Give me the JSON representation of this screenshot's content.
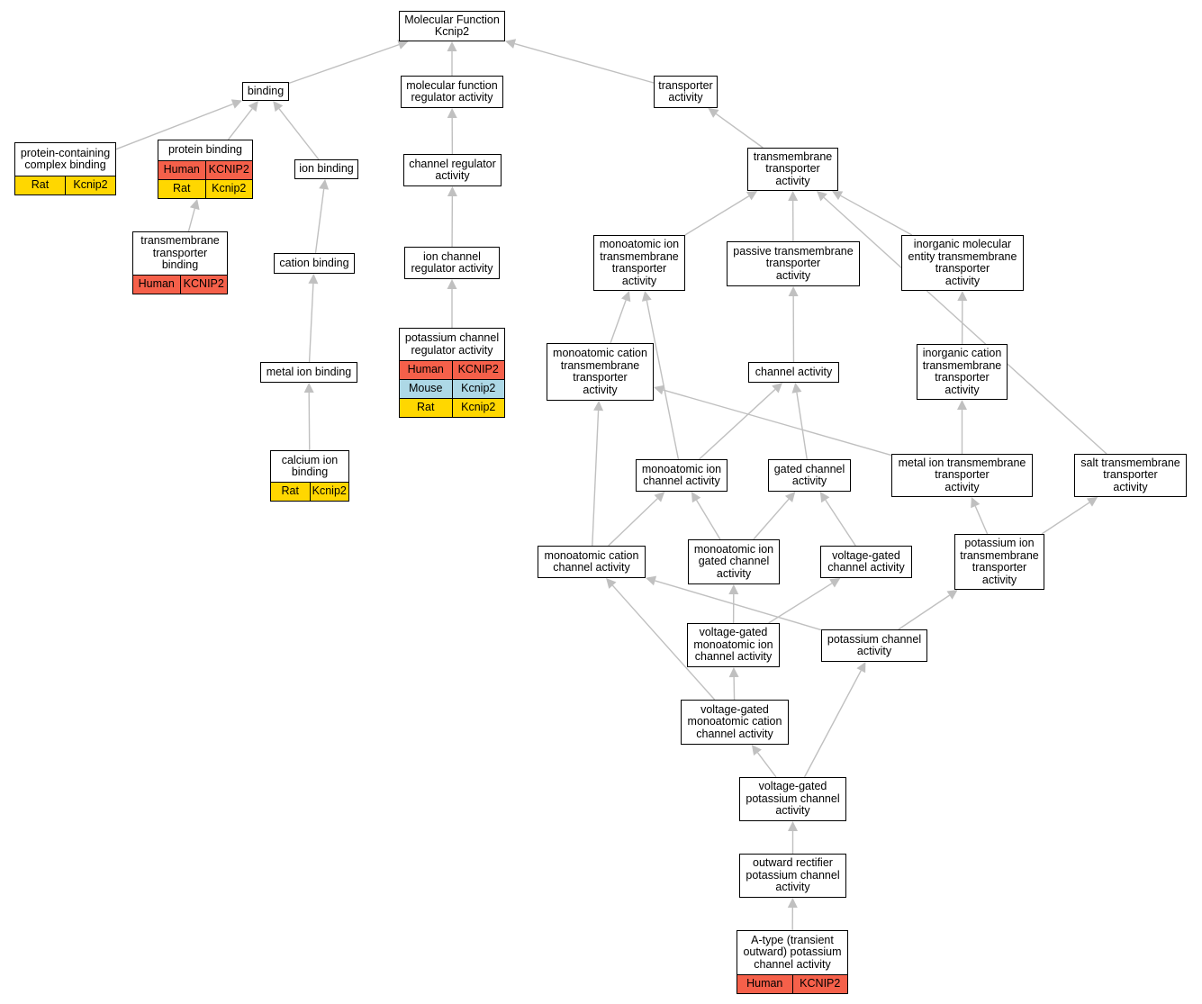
{
  "colors": {
    "Human": "#f5604a",
    "Mouse": "#add8e6",
    "Rat": "#ffd700",
    "edge": "#c0c0c0"
  },
  "nodes": [
    {
      "id": "root",
      "label": "Molecular Function\nKcnip2"
    },
    {
      "id": "binding",
      "label": "binding"
    },
    {
      "id": "mfra",
      "label": "molecular function\nregulator activity"
    },
    {
      "id": "transporter",
      "label": "transporter\nactivity"
    },
    {
      "id": "pccb",
      "label": "protein-containing\ncomplex binding",
      "genes": [
        [
          "Rat",
          "Kcnip2"
        ]
      ]
    },
    {
      "id": "protein_binding",
      "label": "protein binding",
      "genes": [
        [
          "Human",
          "KCNIP2"
        ],
        [
          "Rat",
          "Kcnip2"
        ]
      ]
    },
    {
      "id": "ion_binding",
      "label": "ion binding"
    },
    {
      "id": "channel_reg",
      "label": "channel regulator\nactivity"
    },
    {
      "id": "tmt",
      "label": "transmembrane\ntransporter\nactivity"
    },
    {
      "id": "tmtb",
      "label": "transmembrane\ntransporter\nbinding",
      "genes": [
        [
          "Human",
          "KCNIP2"
        ]
      ]
    },
    {
      "id": "cation_binding",
      "label": "cation binding"
    },
    {
      "id": "icra",
      "label": "ion channel\nregulator activity"
    },
    {
      "id": "mitta",
      "label": "monoatomic ion\ntransmembrane\ntransporter\nactivity"
    },
    {
      "id": "ptta",
      "label": "passive transmembrane\ntransporter\nactivity"
    },
    {
      "id": "imetta",
      "label": "inorganic molecular\nentity transmembrane\ntransporter\nactivity"
    },
    {
      "id": "pcra",
      "label": "potassium channel\nregulator activity",
      "genes": [
        [
          "Human",
          "KCNIP2"
        ],
        [
          "Mouse",
          "Kcnip2"
        ],
        [
          "Rat",
          "Kcnip2"
        ]
      ]
    },
    {
      "id": "mcta",
      "label": "monoatomic cation\ntransmembrane\ntransporter\nactivity"
    },
    {
      "id": "metal_ion_binding",
      "label": "metal ion binding"
    },
    {
      "id": "channel_activity",
      "label": "channel activity"
    },
    {
      "id": "icta",
      "label": "inorganic cation\ntransmembrane\ntransporter\nactivity"
    },
    {
      "id": "calcium",
      "label": "calcium ion\nbinding",
      "genes": [
        [
          "Rat",
          "Kcnip2"
        ]
      ]
    },
    {
      "id": "mica",
      "label": "monoatomic ion\nchannel activity"
    },
    {
      "id": "gca",
      "label": "gated channel\nactivity"
    },
    {
      "id": "mita",
      "label": "metal ion transmembrane\ntransporter\nactivity"
    },
    {
      "id": "salt",
      "label": "salt transmembrane\ntransporter\nactivity"
    },
    {
      "id": "mcca",
      "label": "monoatomic cation\nchannel activity"
    },
    {
      "id": "migca",
      "label": "monoatomic ion\ngated channel\nactivity"
    },
    {
      "id": "vgca",
      "label": "voltage-gated\nchannel activity"
    },
    {
      "id": "pitta",
      "label": "potassium ion\ntransmembrane\ntransporter\nactivity"
    },
    {
      "id": "vgmica",
      "label": "voltage-gated\nmonoatomic ion\nchannel activity"
    },
    {
      "id": "pca",
      "label": "potassium channel\nactivity"
    },
    {
      "id": "vgmcca",
      "label": "voltage-gated\nmonoatomic cation\nchannel activity"
    },
    {
      "id": "vgpca",
      "label": "voltage-gated\npotassium channel\nactivity"
    },
    {
      "id": "orpca",
      "label": "outward rectifier\npotassium channel\nactivity"
    },
    {
      "id": "atype",
      "label": "A-type (transient\noutward) potassium\nchannel activity",
      "genes": [
        [
          "Human",
          "KCNIP2"
        ]
      ]
    }
  ],
  "edges": [
    [
      "binding",
      "root"
    ],
    [
      "mfra",
      "root"
    ],
    [
      "transporter",
      "root"
    ],
    [
      "pccb",
      "binding"
    ],
    [
      "protein_binding",
      "binding"
    ],
    [
      "ion_binding",
      "binding"
    ],
    [
      "channel_reg",
      "mfra"
    ],
    [
      "tmt",
      "transporter"
    ],
    [
      "tmtb",
      "protein_binding"
    ],
    [
      "cation_binding",
      "ion_binding"
    ],
    [
      "icra",
      "channel_reg"
    ],
    [
      "mitta",
      "tmt"
    ],
    [
      "ptta",
      "tmt"
    ],
    [
      "imetta",
      "tmt"
    ],
    [
      "salt",
      "tmt"
    ],
    [
      "pcra",
      "icra"
    ],
    [
      "mcta",
      "mitta"
    ],
    [
      "mica",
      "mitta"
    ],
    [
      "metal_ion_binding",
      "cation_binding"
    ],
    [
      "channel_activity",
      "ptta"
    ],
    [
      "icta",
      "imetta"
    ],
    [
      "calcium",
      "metal_ion_binding"
    ],
    [
      "mica",
      "channel_activity"
    ],
    [
      "gca",
      "channel_activity"
    ],
    [
      "mita",
      "mcta"
    ],
    [
      "mita",
      "icta"
    ],
    [
      "mcca",
      "mcta"
    ],
    [
      "mcca",
      "mica"
    ],
    [
      "migca",
      "mica"
    ],
    [
      "migca",
      "gca"
    ],
    [
      "vgca",
      "gca"
    ],
    [
      "pitta",
      "mita"
    ],
    [
      "pitta",
      "salt"
    ],
    [
      "vgmica",
      "migca"
    ],
    [
      "vgmica",
      "vgca"
    ],
    [
      "pca",
      "mcca"
    ],
    [
      "pca",
      "pitta"
    ],
    [
      "vgmcca",
      "mcca"
    ],
    [
      "vgmcca",
      "vgmica"
    ],
    [
      "vgpca",
      "vgmcca"
    ],
    [
      "vgpca",
      "pca"
    ],
    [
      "orpca",
      "vgpca"
    ],
    [
      "atype",
      "orpca"
    ]
  ]
}
